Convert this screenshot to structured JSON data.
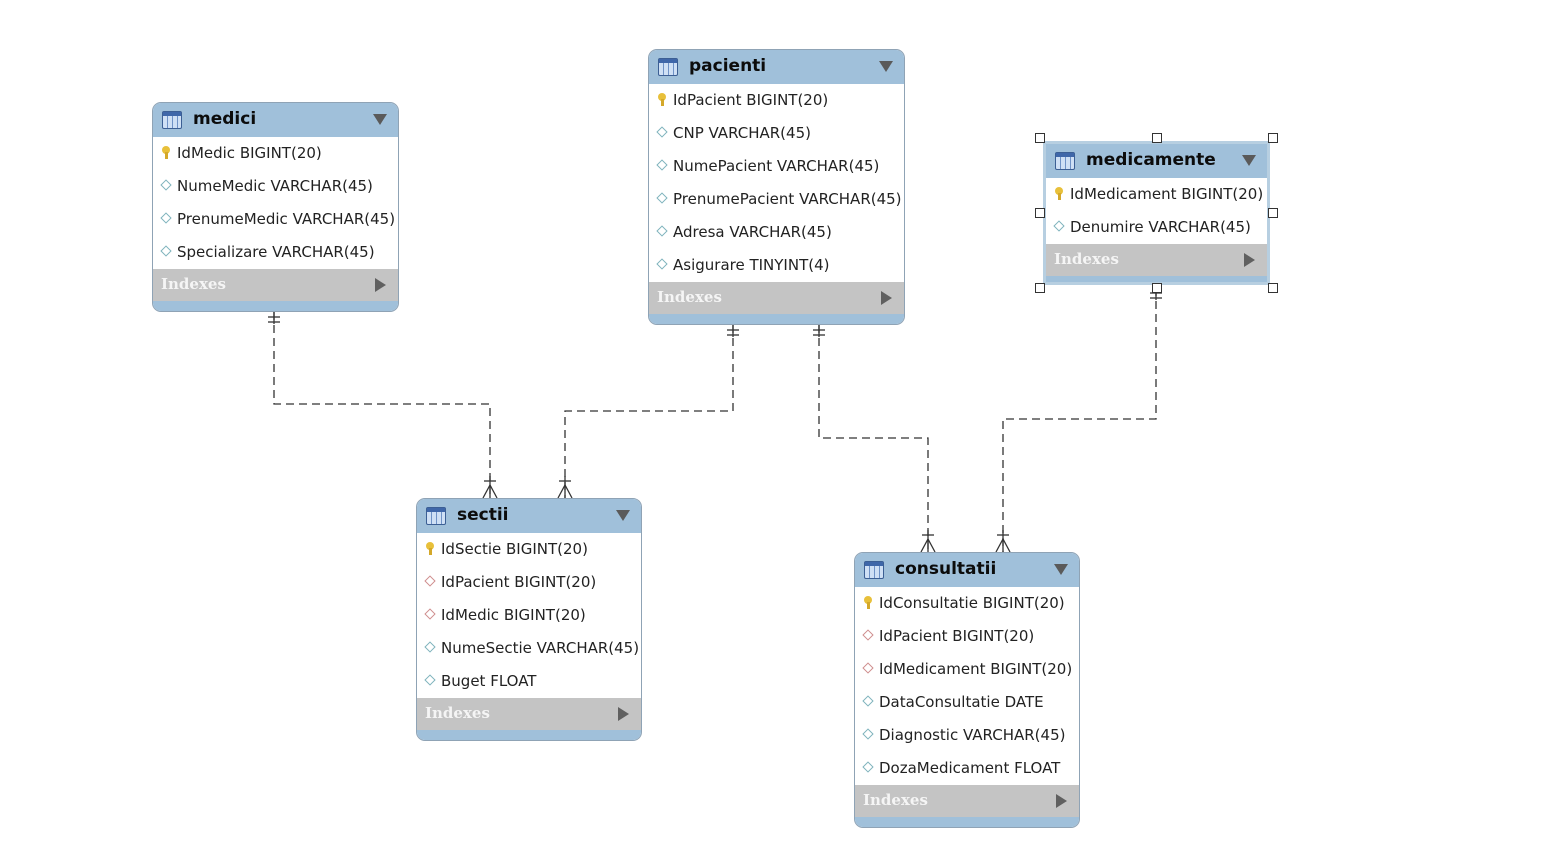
{
  "diagram": {
    "tables": [
      {
        "id": "medici",
        "name": "medici",
        "columns": [
          {
            "text": "IdMedic BIGINT(20)",
            "kind": "pk"
          },
          {
            "text": "NumeMedic VARCHAR(45)",
            "kind": "col"
          },
          {
            "text": "PrenumeMedic VARCHAR(45)",
            "kind": "col"
          },
          {
            "text": "Specializare VARCHAR(45)",
            "kind": "col"
          }
        ],
        "indexes_label": "Indexes"
      },
      {
        "id": "pacienti",
        "name": "pacienti",
        "columns": [
          {
            "text": "IdPacient BIGINT(20)",
            "kind": "pk"
          },
          {
            "text": "CNP VARCHAR(45)",
            "kind": "col"
          },
          {
            "text": "NumePacient VARCHAR(45)",
            "kind": "col"
          },
          {
            "text": "PrenumePacient VARCHAR(45)",
            "kind": "col"
          },
          {
            "text": "Adresa VARCHAR(45)",
            "kind": "col"
          },
          {
            "text": "Asigurare TINYINT(4)",
            "kind": "col"
          }
        ],
        "indexes_label": "Indexes"
      },
      {
        "id": "medicamente",
        "name": "medicamente",
        "selected": true,
        "columns": [
          {
            "text": "IdMedicament BIGINT(20)",
            "kind": "pk"
          },
          {
            "text": "Denumire VARCHAR(45)",
            "kind": "col"
          }
        ],
        "indexes_label": "Indexes"
      },
      {
        "id": "sectii",
        "name": "sectii",
        "columns": [
          {
            "text": "IdSectie BIGINT(20)",
            "kind": "pk"
          },
          {
            "text": "IdPacient BIGINT(20)",
            "kind": "fk"
          },
          {
            "text": "IdMedic BIGINT(20)",
            "kind": "fk"
          },
          {
            "text": "NumeSectie VARCHAR(45)",
            "kind": "col"
          },
          {
            "text": "Buget FLOAT",
            "kind": "col"
          }
        ],
        "indexes_label": "Indexes"
      },
      {
        "id": "consultatii",
        "name": "consultatii",
        "columns": [
          {
            "text": "IdConsultatie BIGINT(20)",
            "kind": "pk"
          },
          {
            "text": "IdPacient BIGINT(20)",
            "kind": "fk"
          },
          {
            "text": "IdMedicament BIGINT(20)",
            "kind": "fk"
          },
          {
            "text": "DataConsultatie DATE",
            "kind": "col"
          },
          {
            "text": "Diagnostic VARCHAR(45)",
            "kind": "col"
          },
          {
            "text": "DozaMedicament FLOAT",
            "kind": "col"
          }
        ],
        "indexes_label": "Indexes"
      }
    ],
    "relationships": [
      {
        "from": "medici",
        "to": "sectii",
        "from_card": "one-and-only-one",
        "to_card": "one-or-many",
        "style": "dashed"
      },
      {
        "from": "pacienti",
        "to": "sectii",
        "from_card": "one-and-only-one",
        "to_card": "one-or-many",
        "style": "dashed"
      },
      {
        "from": "pacienti",
        "to": "consultatii",
        "from_card": "one-and-only-one",
        "to_card": "one-or-many",
        "style": "dashed"
      },
      {
        "from": "medicamente",
        "to": "consultatii",
        "from_card": "one-and-only-one",
        "to_card": "one-or-many",
        "style": "dashed"
      }
    ]
  }
}
